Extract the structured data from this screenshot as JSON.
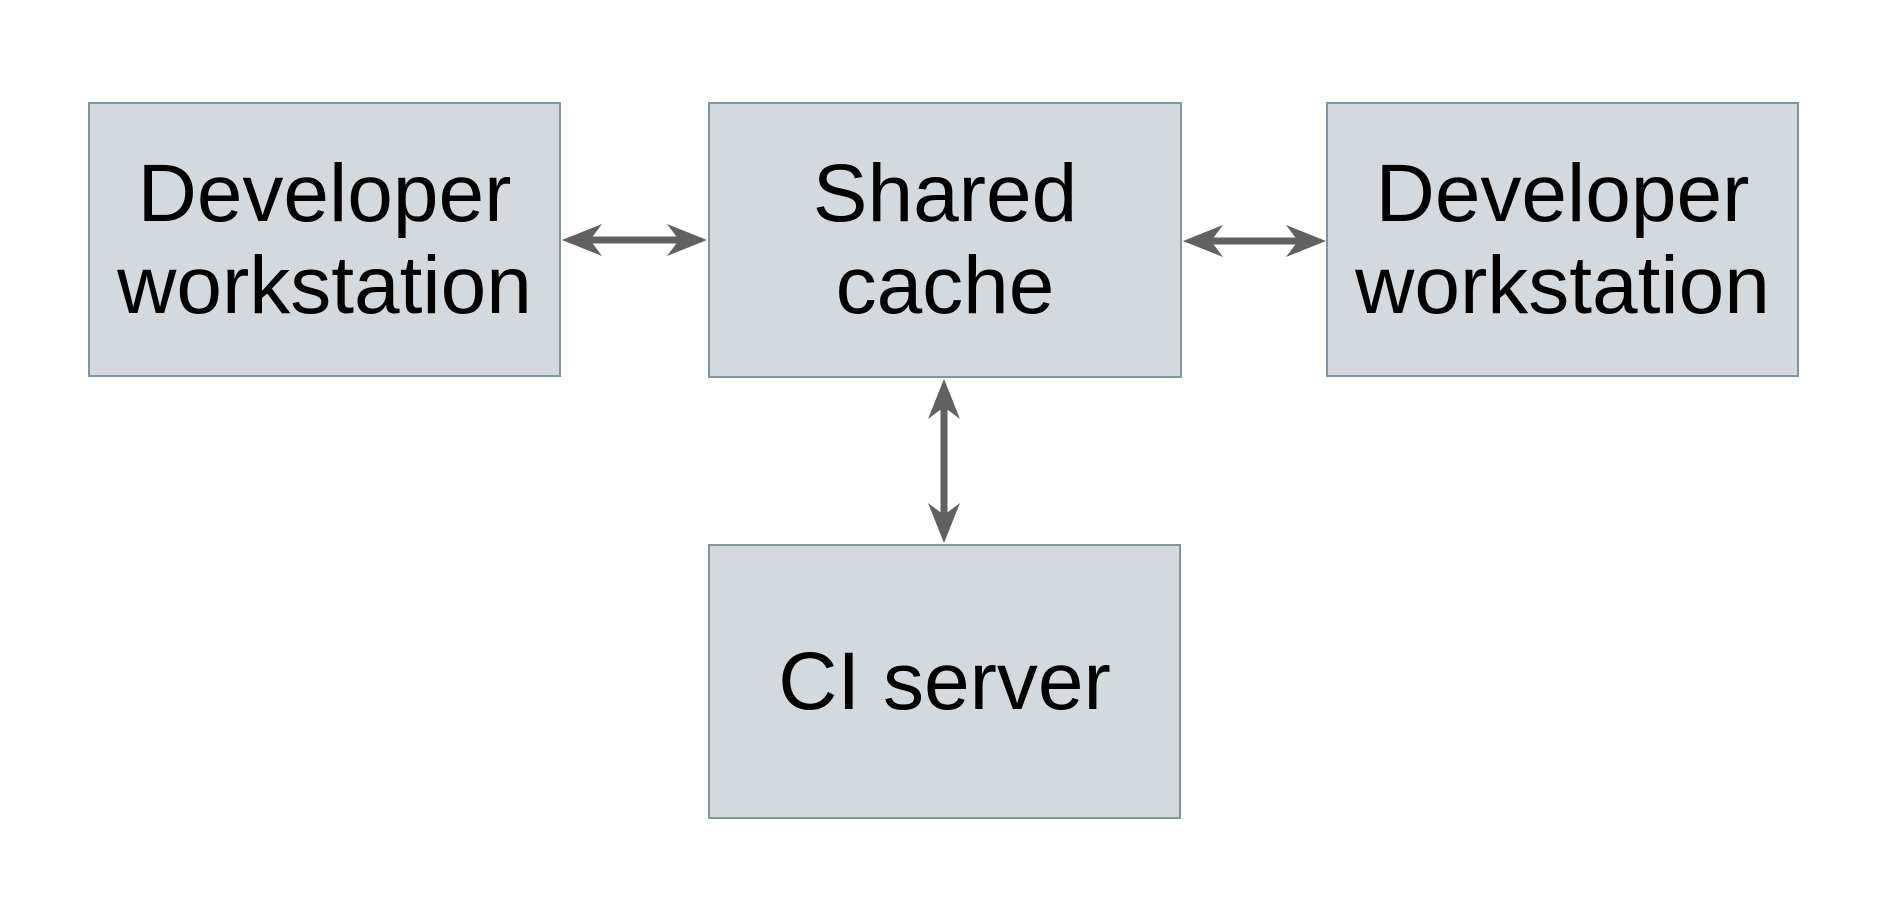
{
  "diagram": {
    "type": "architecture-diagram",
    "colors": {
      "node_fill": "#d3d9dc",
      "node_border": "#7f959f",
      "arrow": "#616161",
      "text": "#000000",
      "background": "#ffffff"
    },
    "nodes": [
      {
        "id": "developer-workstation-left",
        "label": "Developer workstation",
        "lines": [
          "Developer",
          "workstation"
        ]
      },
      {
        "id": "shared-cache",
        "label": "Shared cache",
        "lines": [
          "Shared",
          "cache"
        ]
      },
      {
        "id": "developer-workstation-right",
        "label": "Developer workstation",
        "lines": [
          "Developer",
          "workstation"
        ]
      },
      {
        "id": "ci-server",
        "label": "CI server",
        "lines": [
          "CI server"
        ]
      }
    ],
    "edges": [
      {
        "from": "developer-workstation-left",
        "to": "shared-cache",
        "type": "bidirectional-arrow"
      },
      {
        "from": "shared-cache",
        "to": "developer-workstation-right",
        "type": "bidirectional-arrow"
      },
      {
        "from": "shared-cache",
        "to": "ci-server",
        "type": "bidirectional-arrow"
      }
    ]
  }
}
